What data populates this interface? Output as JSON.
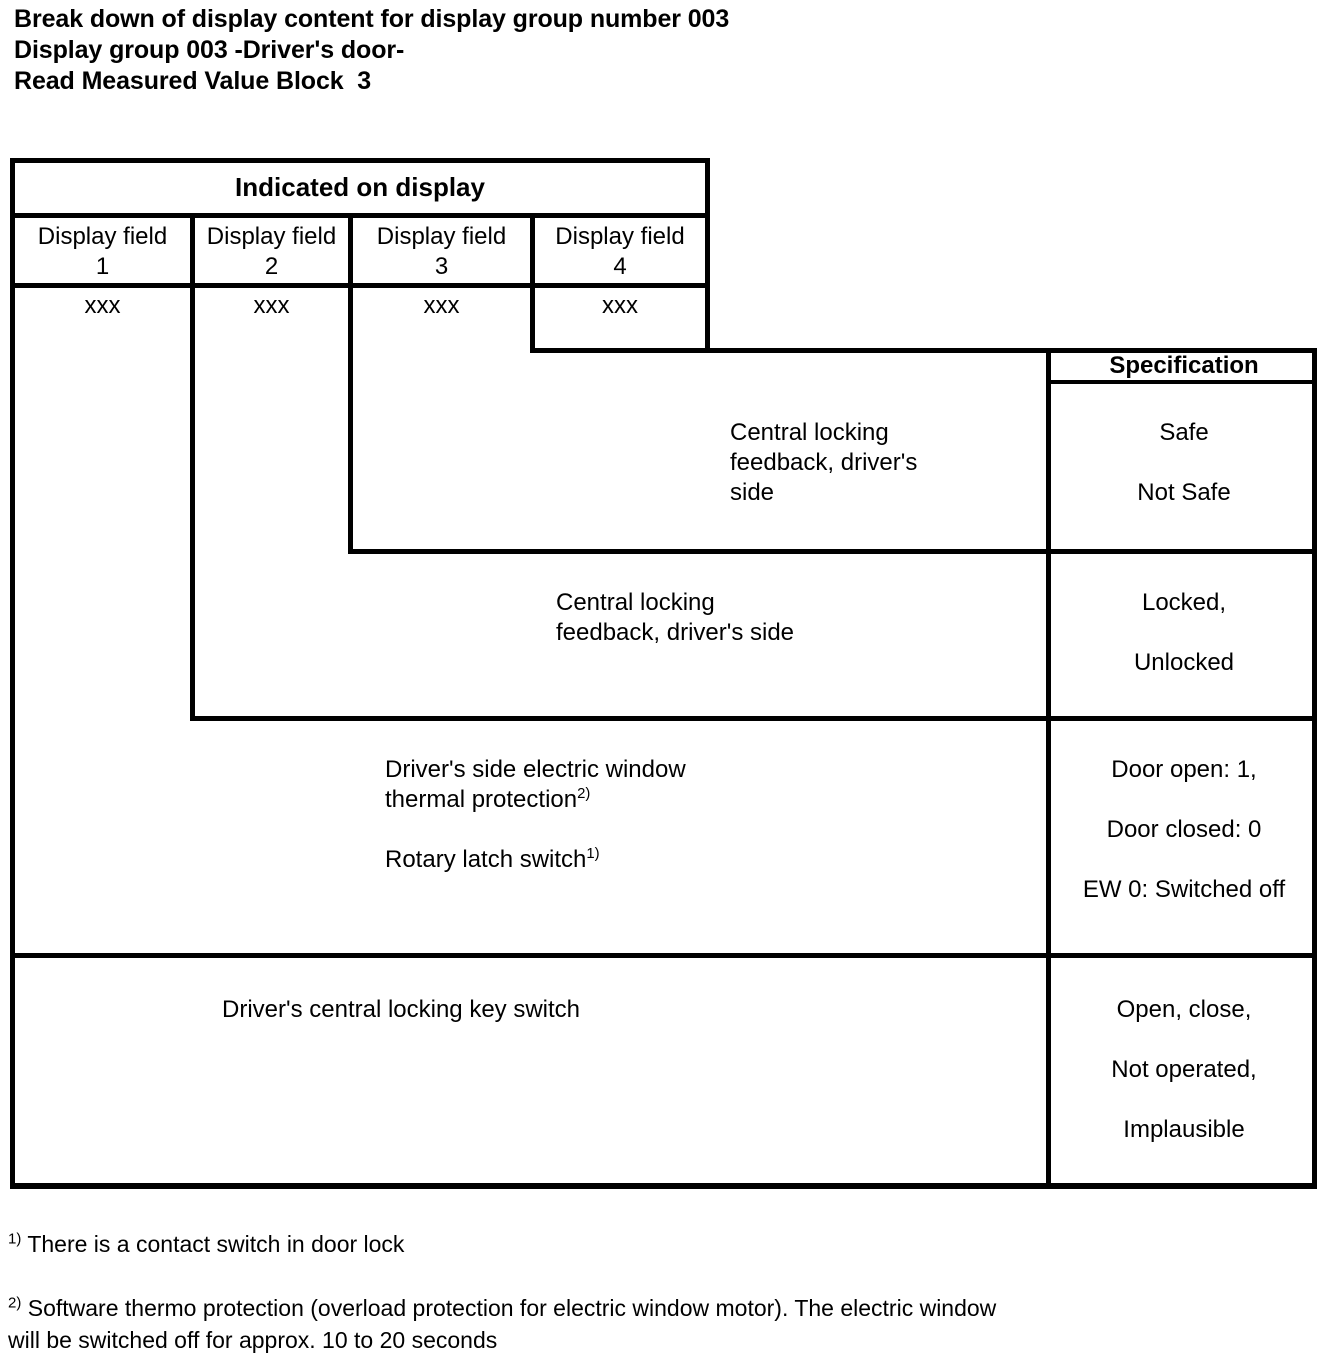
{
  "heading": {
    "line1": "Break down of display content for display group number 003",
    "line2": "Display group 003 -Driver's door-",
    "line3": "Read Measured Value Block  3"
  },
  "table": {
    "group_header": "Indicated on display",
    "spec_header": "Specification",
    "display_fields": [
      {
        "label": "Display field",
        "number": "1",
        "value": "xxx"
      },
      {
        "label": "Display field",
        "number": "2",
        "value": "xxx"
      },
      {
        "label": "Display field",
        "number": "3",
        "value": "xxx"
      },
      {
        "label": "Display field",
        "number": "4",
        "value": "xxx"
      }
    ],
    "rows": [
      {
        "description_line1": "Central locking",
        "description_line2": "feedback, driver's",
        "description_line3": "side",
        "spec_line1": "Safe",
        "spec_line2": "Not Safe"
      },
      {
        "description_line1": "Central locking",
        "description_line2": "feedback, driver's side",
        "spec_line1": "Locked,",
        "spec_line2": "Unlocked"
      },
      {
        "description_line1": "Driver's side electric window",
        "description_line2": "thermal protection",
        "description_line2_sup": "2)",
        "description_line3": "Rotary latch switch",
        "description_line3_sup": "1)",
        "spec_line1": "Door open: 1,",
        "spec_line2": "Door closed: 0",
        "spec_line3": "EW 0: Switched off"
      },
      {
        "description_line1": "Driver's central locking key switch",
        "spec_line1": "Open, close,",
        "spec_line2": "Not operated,",
        "spec_line3": "Implausible"
      }
    ]
  },
  "footnotes": [
    {
      "mark": "1)",
      "text": "There is a contact switch in door lock"
    },
    {
      "mark": "2)",
      "text_line1": "Software thermo protection (overload protection for electric window motor). The electric window",
      "text_line2": "will be switched off for approx. 10 to 20 seconds"
    }
  ]
}
